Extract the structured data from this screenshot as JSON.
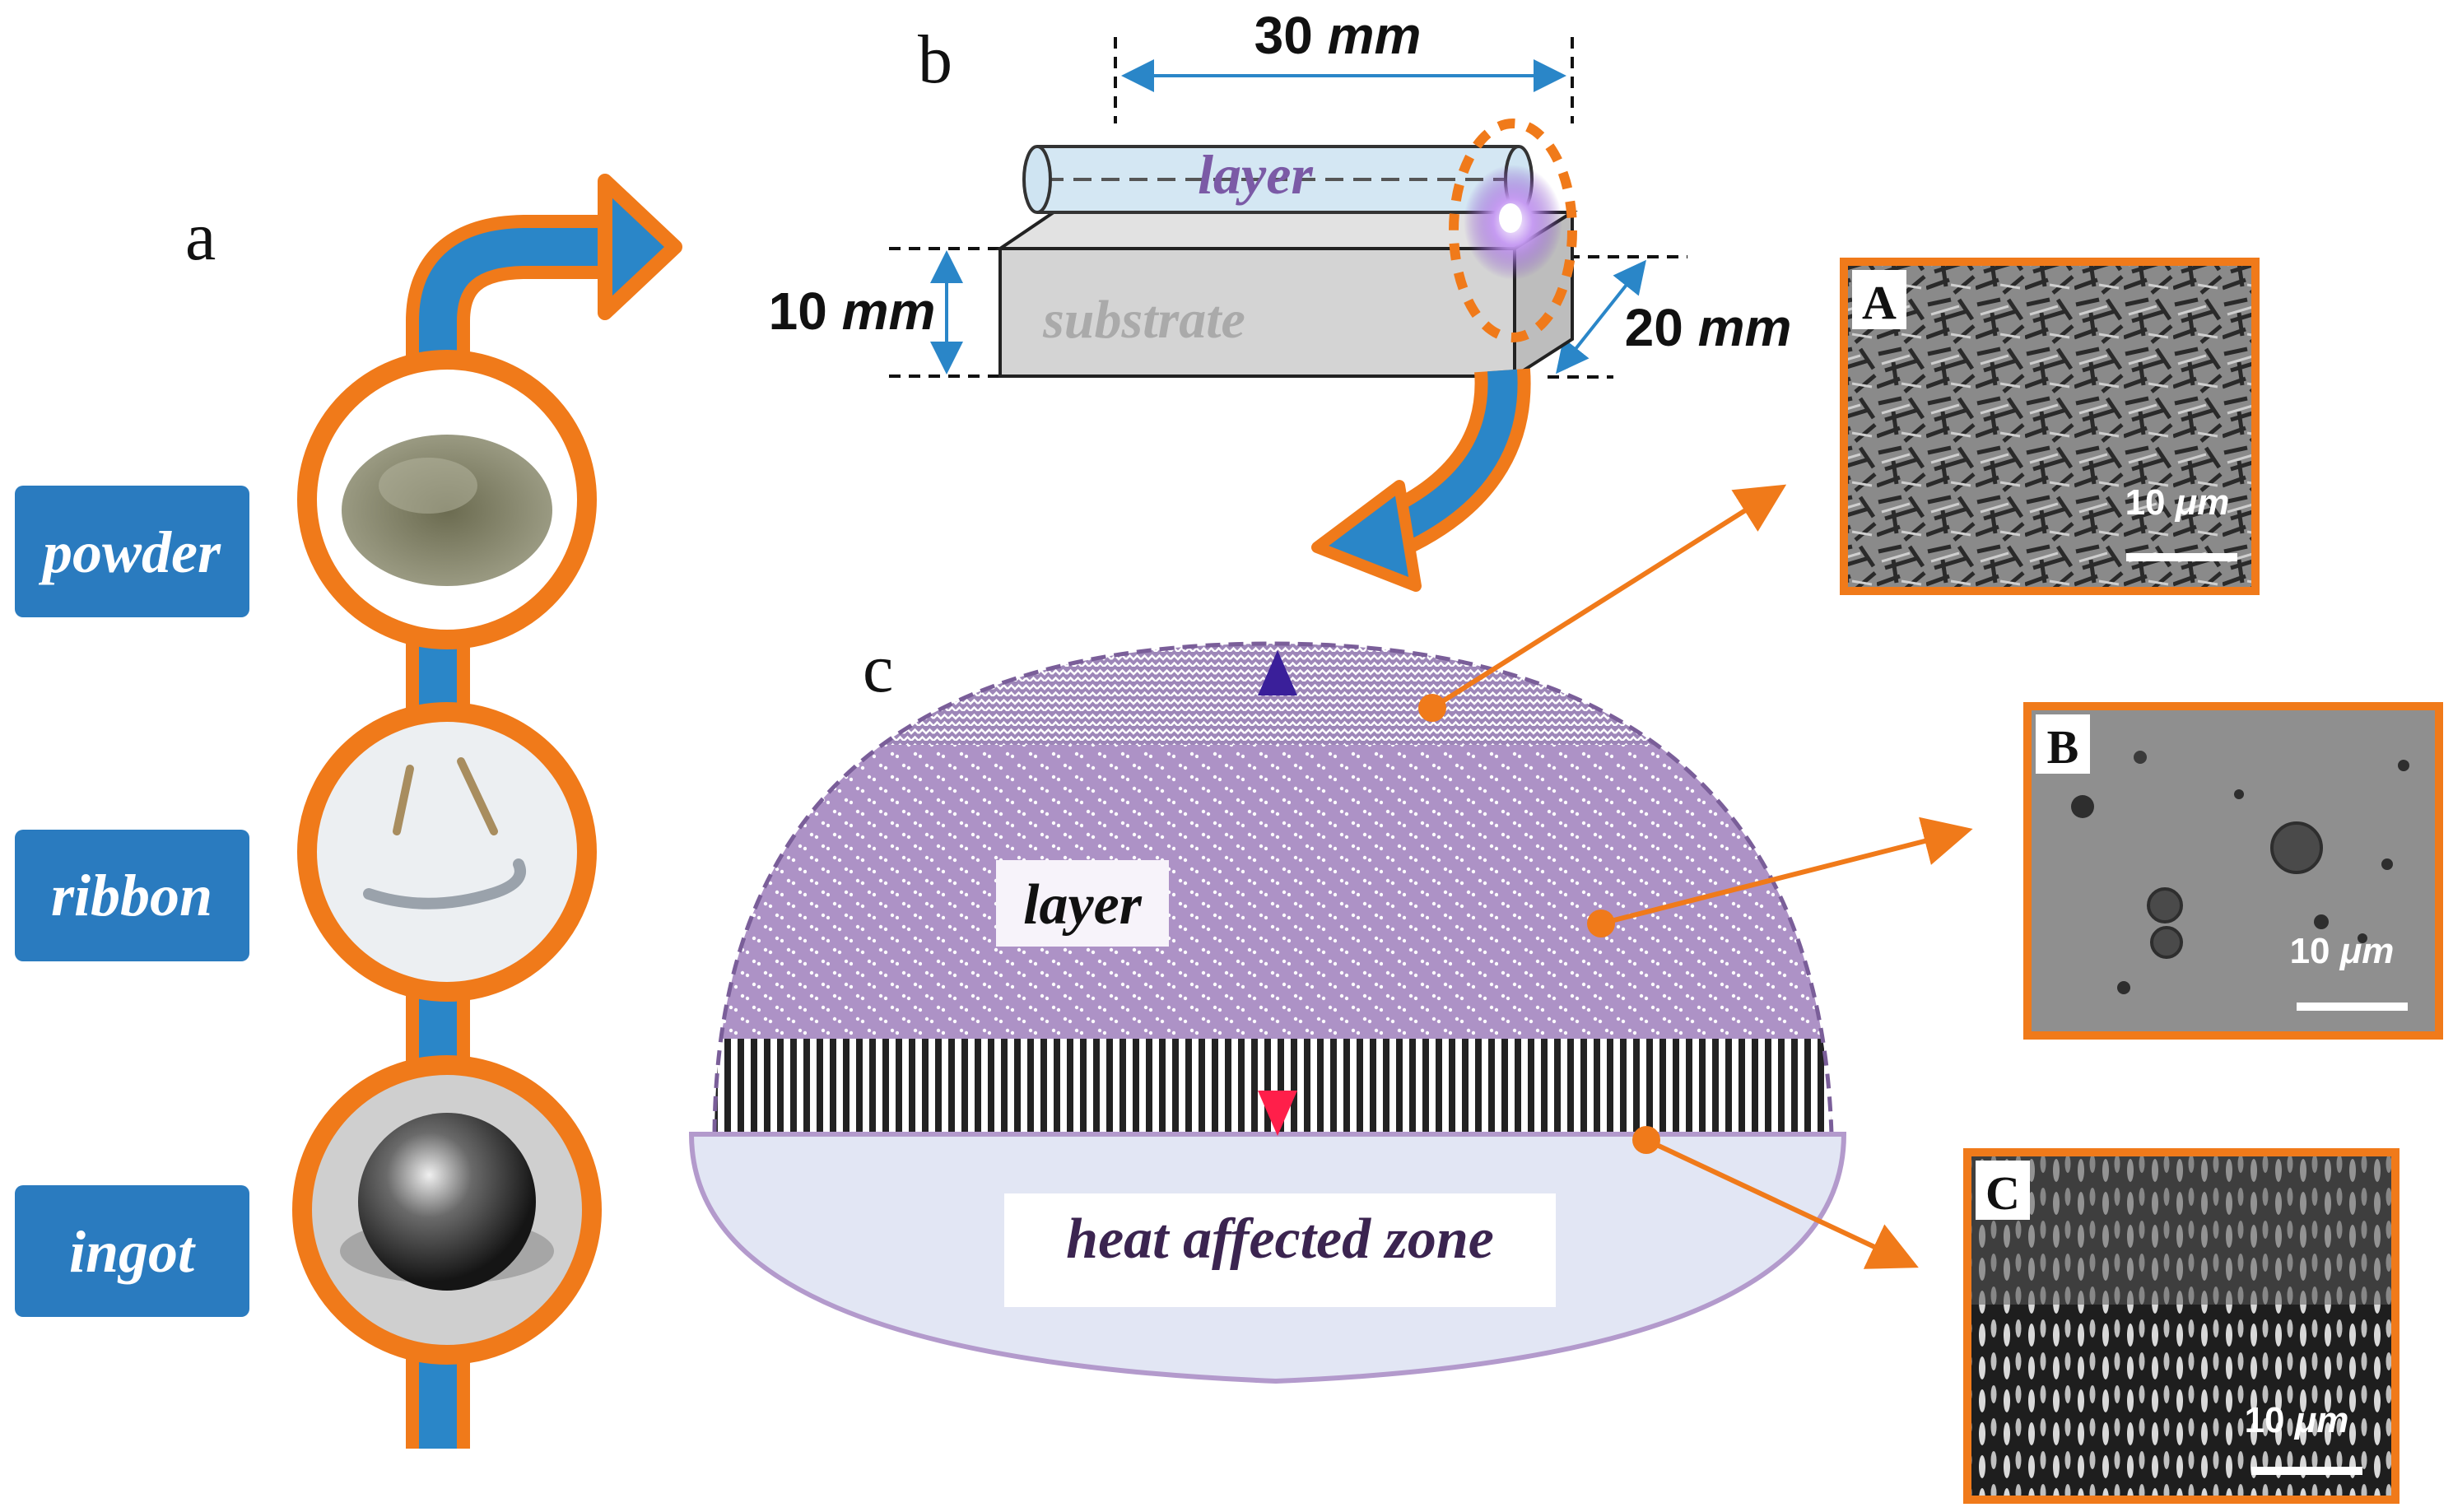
{
  "panel_a": {
    "letter": "a",
    "materials": [
      {
        "label": "powder"
      },
      {
        "label": "ribbon"
      },
      {
        "label": "ingot"
      }
    ]
  },
  "panel_b": {
    "letter": "b",
    "length_value": "30",
    "width_value": "20",
    "height_value": "10",
    "unit": "mm",
    "layer_label": "layer",
    "substrate_label": "substrate"
  },
  "panel_c": {
    "letter": "c",
    "layer_label": "layer",
    "haz_label": "heat affected zone"
  },
  "micrographs": [
    {
      "letter": "A",
      "scale_value": "10",
      "scale_unit": "μm"
    },
    {
      "letter": "B",
      "scale_value": "10",
      "scale_unit": "μm"
    },
    {
      "letter": "C",
      "scale_value": "10",
      "scale_unit": "μm"
    }
  ],
  "colors": {
    "orange": "#f07a1a",
    "blue": "#2a86c8",
    "label_box": "#2a7bbf",
    "layer_purple": "#a88bc2",
    "haz": "#e2e6f4"
  }
}
